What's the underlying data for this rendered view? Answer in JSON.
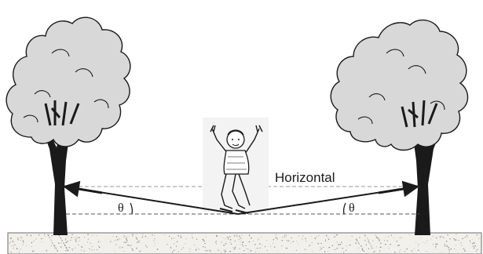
{
  "labels": {
    "horizontal": "Horizontal",
    "angle_left": "θ",
    "angle_right": "θ"
  },
  "colors": {
    "foliage": "#d8d8d8",
    "outline": "#1a1a1a",
    "ground": "#f2f0ea",
    "ground_speckle": "#8a8a8a",
    "child_bg": "#f3f3f3",
    "dashed_line": "#555555",
    "horizontal_line": "#9a9a9a"
  },
  "icons": {
    "left_tree": "tree-icon",
    "right_tree": "tree-icon",
    "child": "child-figure-icon",
    "arrow_left": "arrow-left-icon",
    "arrow_right": "arrow-right-icon"
  }
}
